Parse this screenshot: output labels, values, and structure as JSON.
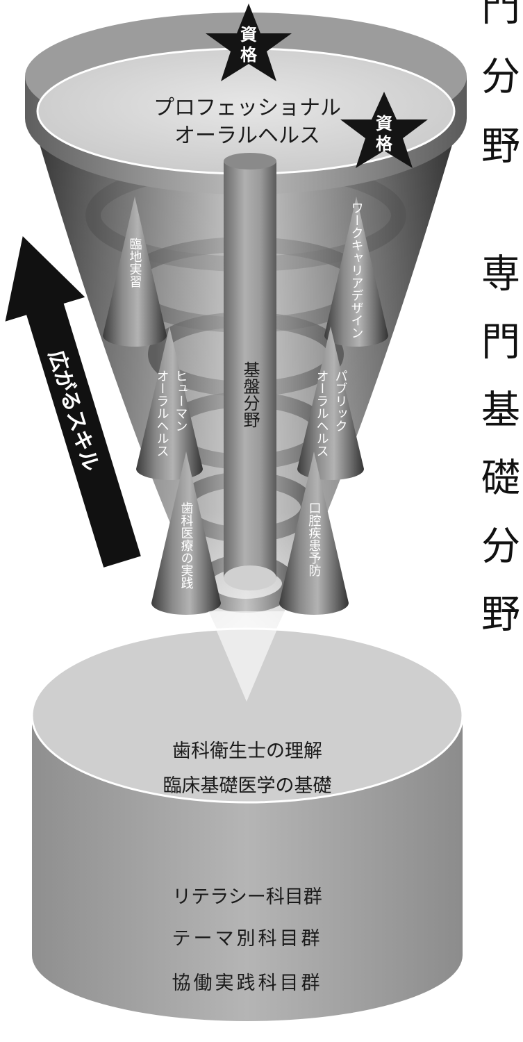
{
  "top_disc": {
    "line1": "プロフェッショナル",
    "line2": "オーラルヘルス"
  },
  "badge": {
    "line1": "資",
    "line2": "格"
  },
  "arrow_label": "広がるスキル",
  "center_column": "基盤分野",
  "cones": {
    "rinchi": "臨地実習",
    "work_career": "ワークキャリアデザイン",
    "human_oral": [
      "ヒューマン",
      "オーラルヘルス"
    ],
    "public_oral": [
      "パブリック",
      "オーラルヘルス"
    ],
    "dental_practice": "歯科医療の実践",
    "oral_prevention": "口腔疾患予防"
  },
  "base_disc": {
    "top_line1": "歯科衛生士の理解",
    "top_line2": "臨床基礎医学の基礎",
    "side_line1": "リテラシー科目群",
    "side_line2": "テーマ別科目群",
    "side_line3": "協働実践科目群"
  },
  "side_titles": {
    "specialty": "専門分野",
    "specialty_basic": "専門基礎分野"
  }
}
